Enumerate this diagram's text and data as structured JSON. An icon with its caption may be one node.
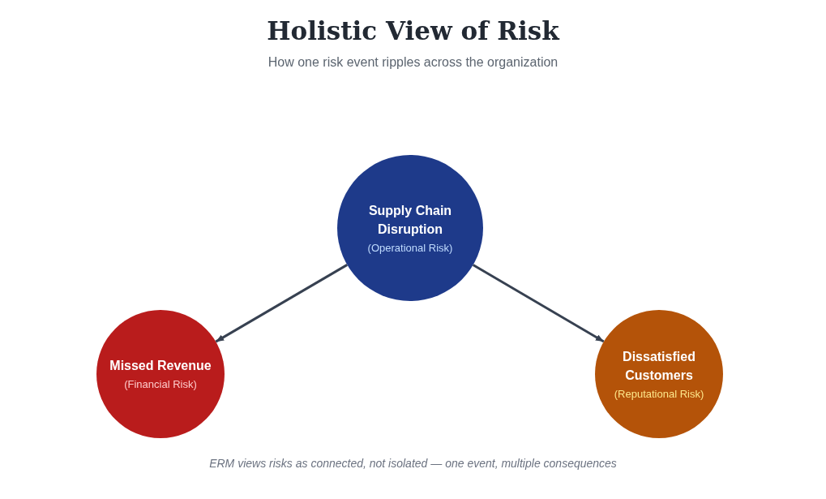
{
  "diagram": {
    "title": "Holistic View of Risk",
    "caption": "ERM views risks as connected, not isolated — one event, multiple consequences",
    "nodes": [
      {
        "text": [
          "Supply Chain Disruption",
          "(Operational Risk)"
        ]
      },
      {
        "text": [
          "Missed Revenue",
          "(Financial Risk)"
        ]
      },
      {
        "text": [
          "Dissatisfied Customers",
          "(Reputational Risk)"
        ]
      }
    ],
    "edges": [
      {
        "from": 0,
        "to": 1,
        "arrow": "to"
      },
      {
        "from": 0,
        "to": 2,
        "arrow": "to"
      }
    ],
    "labels": [
      "How one risk event ripples across the organization"
    ]
  }
}
